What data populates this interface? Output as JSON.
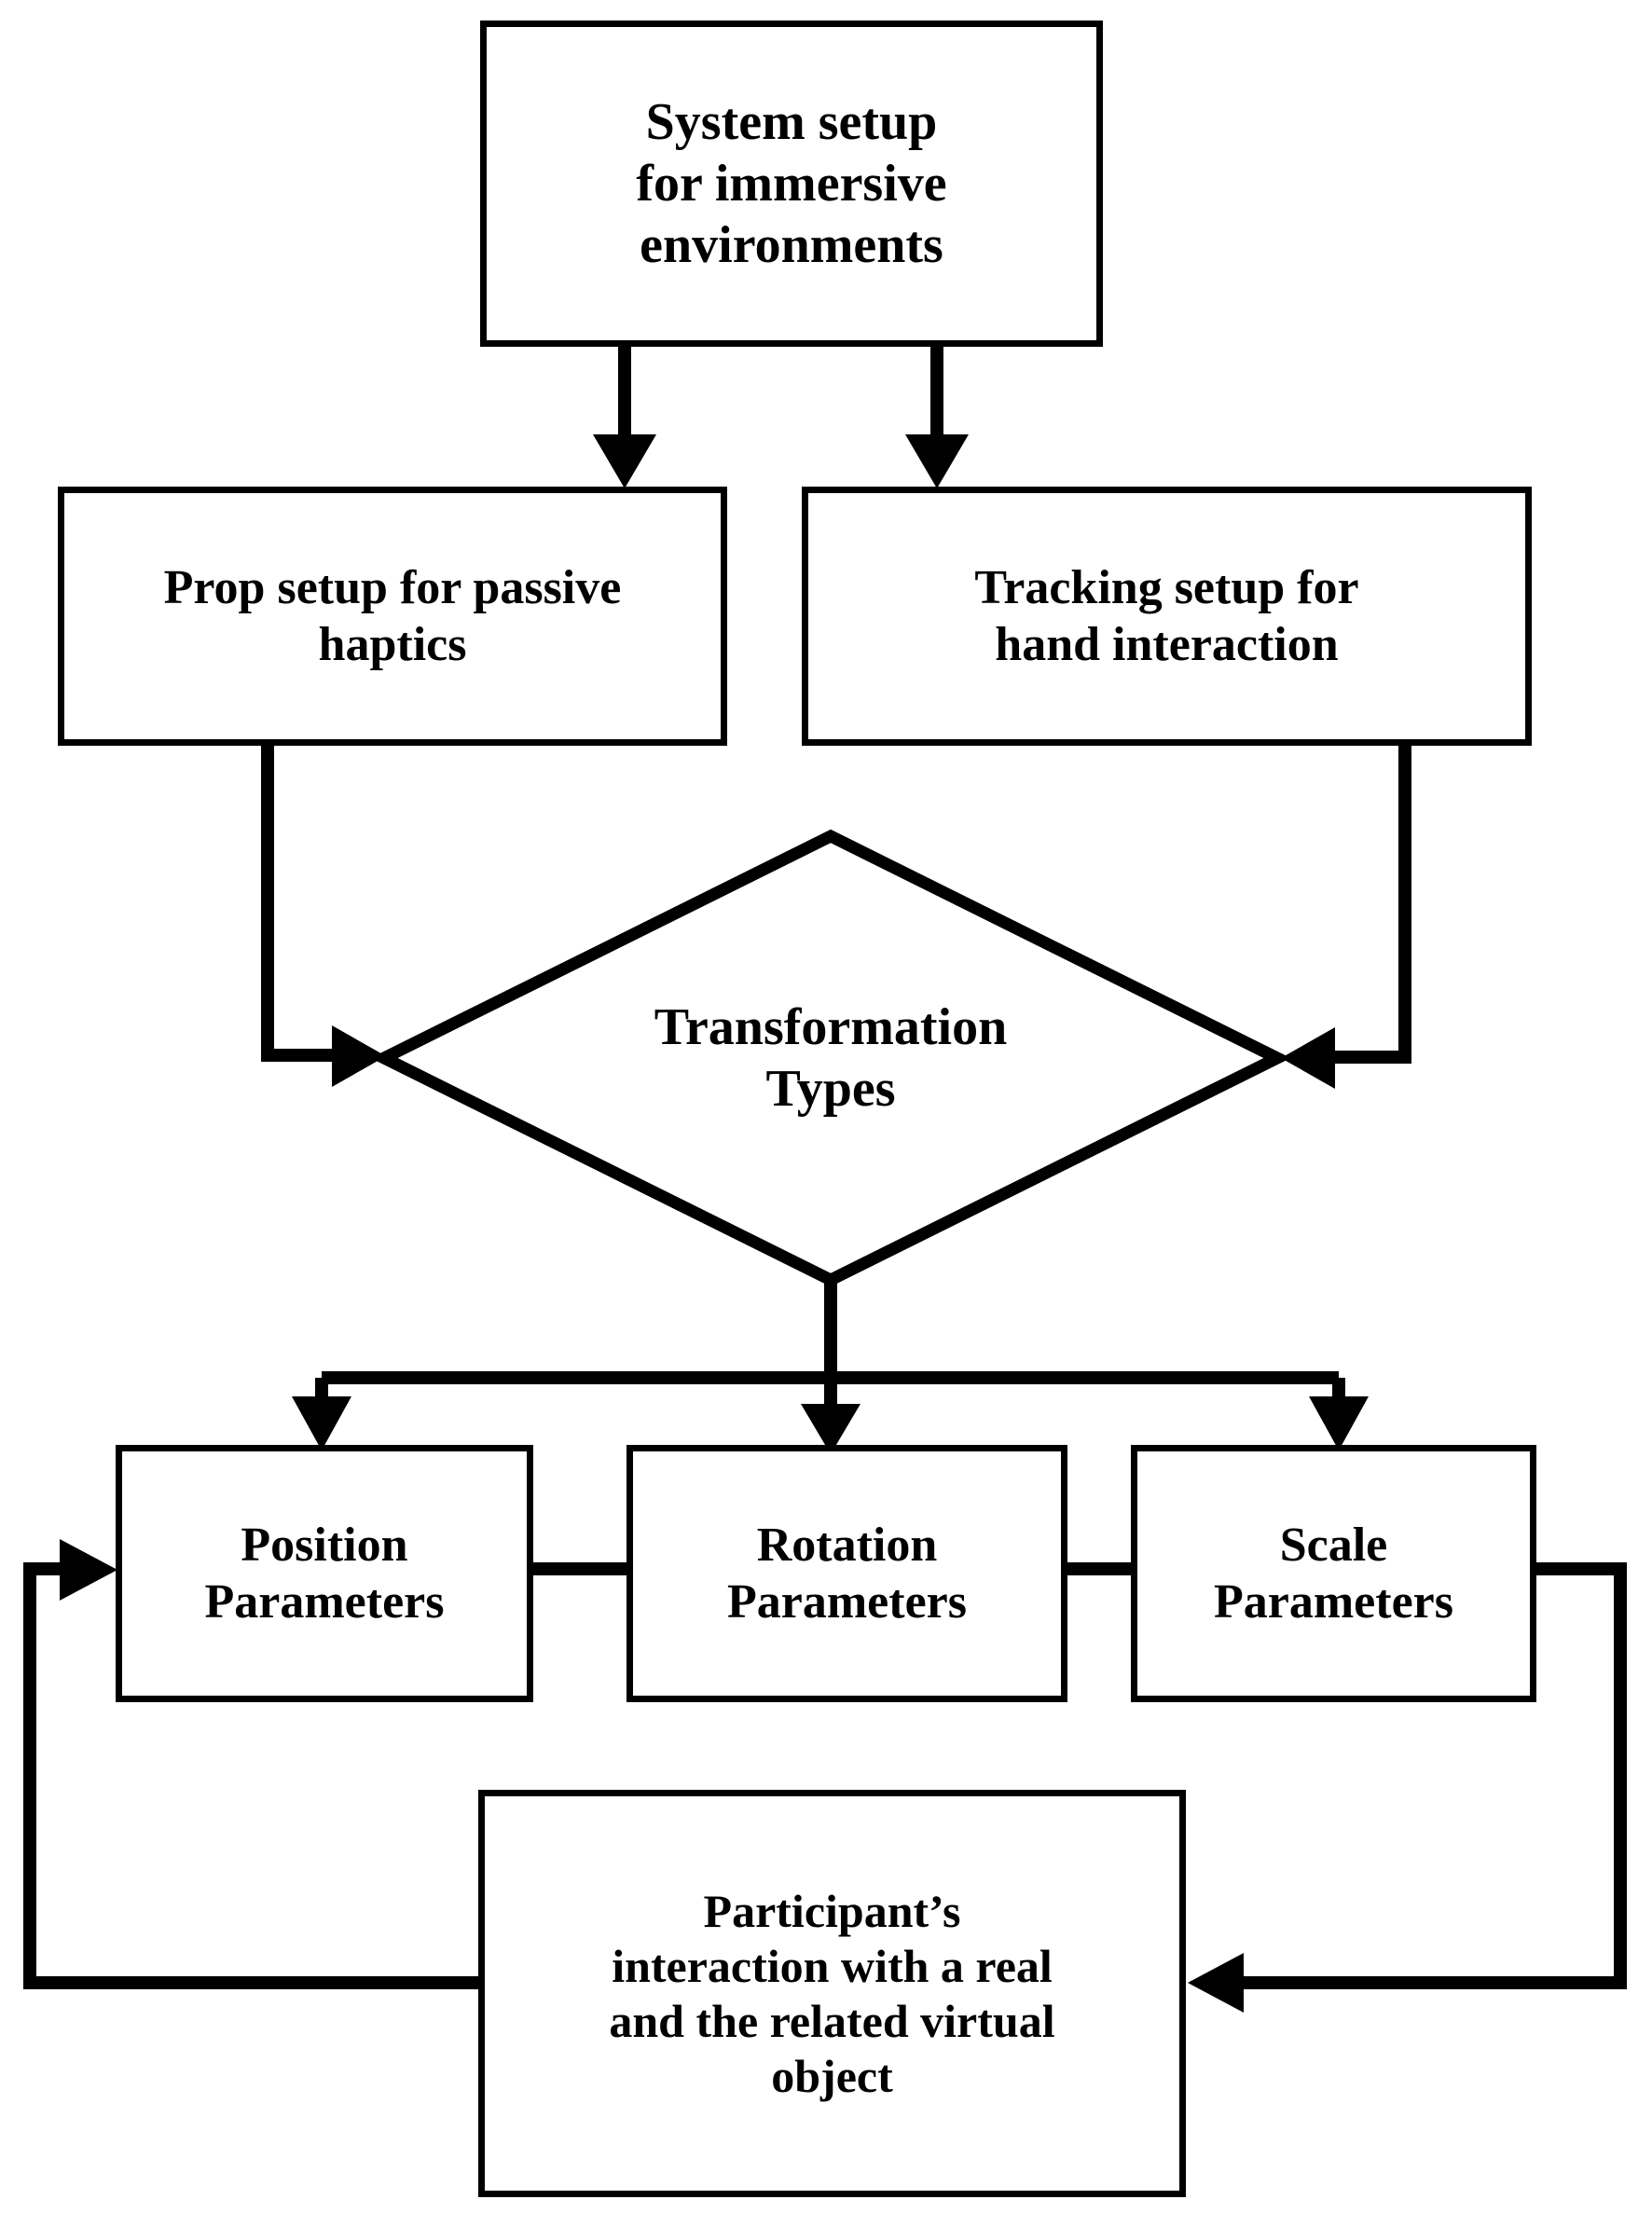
{
  "diagram": {
    "title": "System setup for immersive environments flowchart",
    "background_color": "#ffffff",
    "line_color": "#000000",
    "nodes": {
      "system_setup": {
        "label": "System setup\nfor immersive\nenvironments",
        "shape": "rectangle"
      },
      "prop_setup": {
        "label": "Prop setup for passive\nhaptics",
        "shape": "rectangle"
      },
      "tracking_setup": {
        "label": "Tracking setup for\nhand interaction",
        "shape": "rectangle"
      },
      "transformation_types": {
        "label": "Transformation\nTypes",
        "shape": "diamond"
      },
      "position_parameters": {
        "label": "Position\nParameters",
        "shape": "rectangle"
      },
      "rotation_parameters": {
        "label": "Rotation\nParameters",
        "shape": "rectangle"
      },
      "scale_parameters": {
        "label": "Scale\nParameters",
        "shape": "rectangle"
      },
      "participant_interaction": {
        "label": "Participant’s\ninteraction with a real\nand the related virtual\nobject",
        "shape": "rectangle"
      }
    },
    "edges": [
      {
        "from": "system_setup",
        "to": "prop_setup",
        "style": "arrow-down"
      },
      {
        "from": "system_setup",
        "to": "tracking_setup",
        "style": "arrow-down"
      },
      {
        "from": "prop_setup",
        "to": "transformation_types",
        "style": "elbow-arrow-right"
      },
      {
        "from": "tracking_setup",
        "to": "transformation_types",
        "style": "elbow-arrow-left"
      },
      {
        "from": "transformation_types",
        "to": "position_parameters",
        "style": "fanout-arrow-down"
      },
      {
        "from": "transformation_types",
        "to": "rotation_parameters",
        "style": "fanout-arrow-down"
      },
      {
        "from": "transformation_types",
        "to": "scale_parameters",
        "style": "fanout-arrow-down"
      },
      {
        "from": "position_parameters",
        "to": "rotation_parameters",
        "style": "line"
      },
      {
        "from": "rotation_parameters",
        "to": "scale_parameters",
        "style": "line"
      },
      {
        "from": "scale_parameters",
        "to": "participant_interaction",
        "style": "elbow-arrow-left"
      },
      {
        "from": "participant_interaction",
        "to": "position_parameters",
        "style": "elbow-arrow-right"
      }
    ]
  }
}
